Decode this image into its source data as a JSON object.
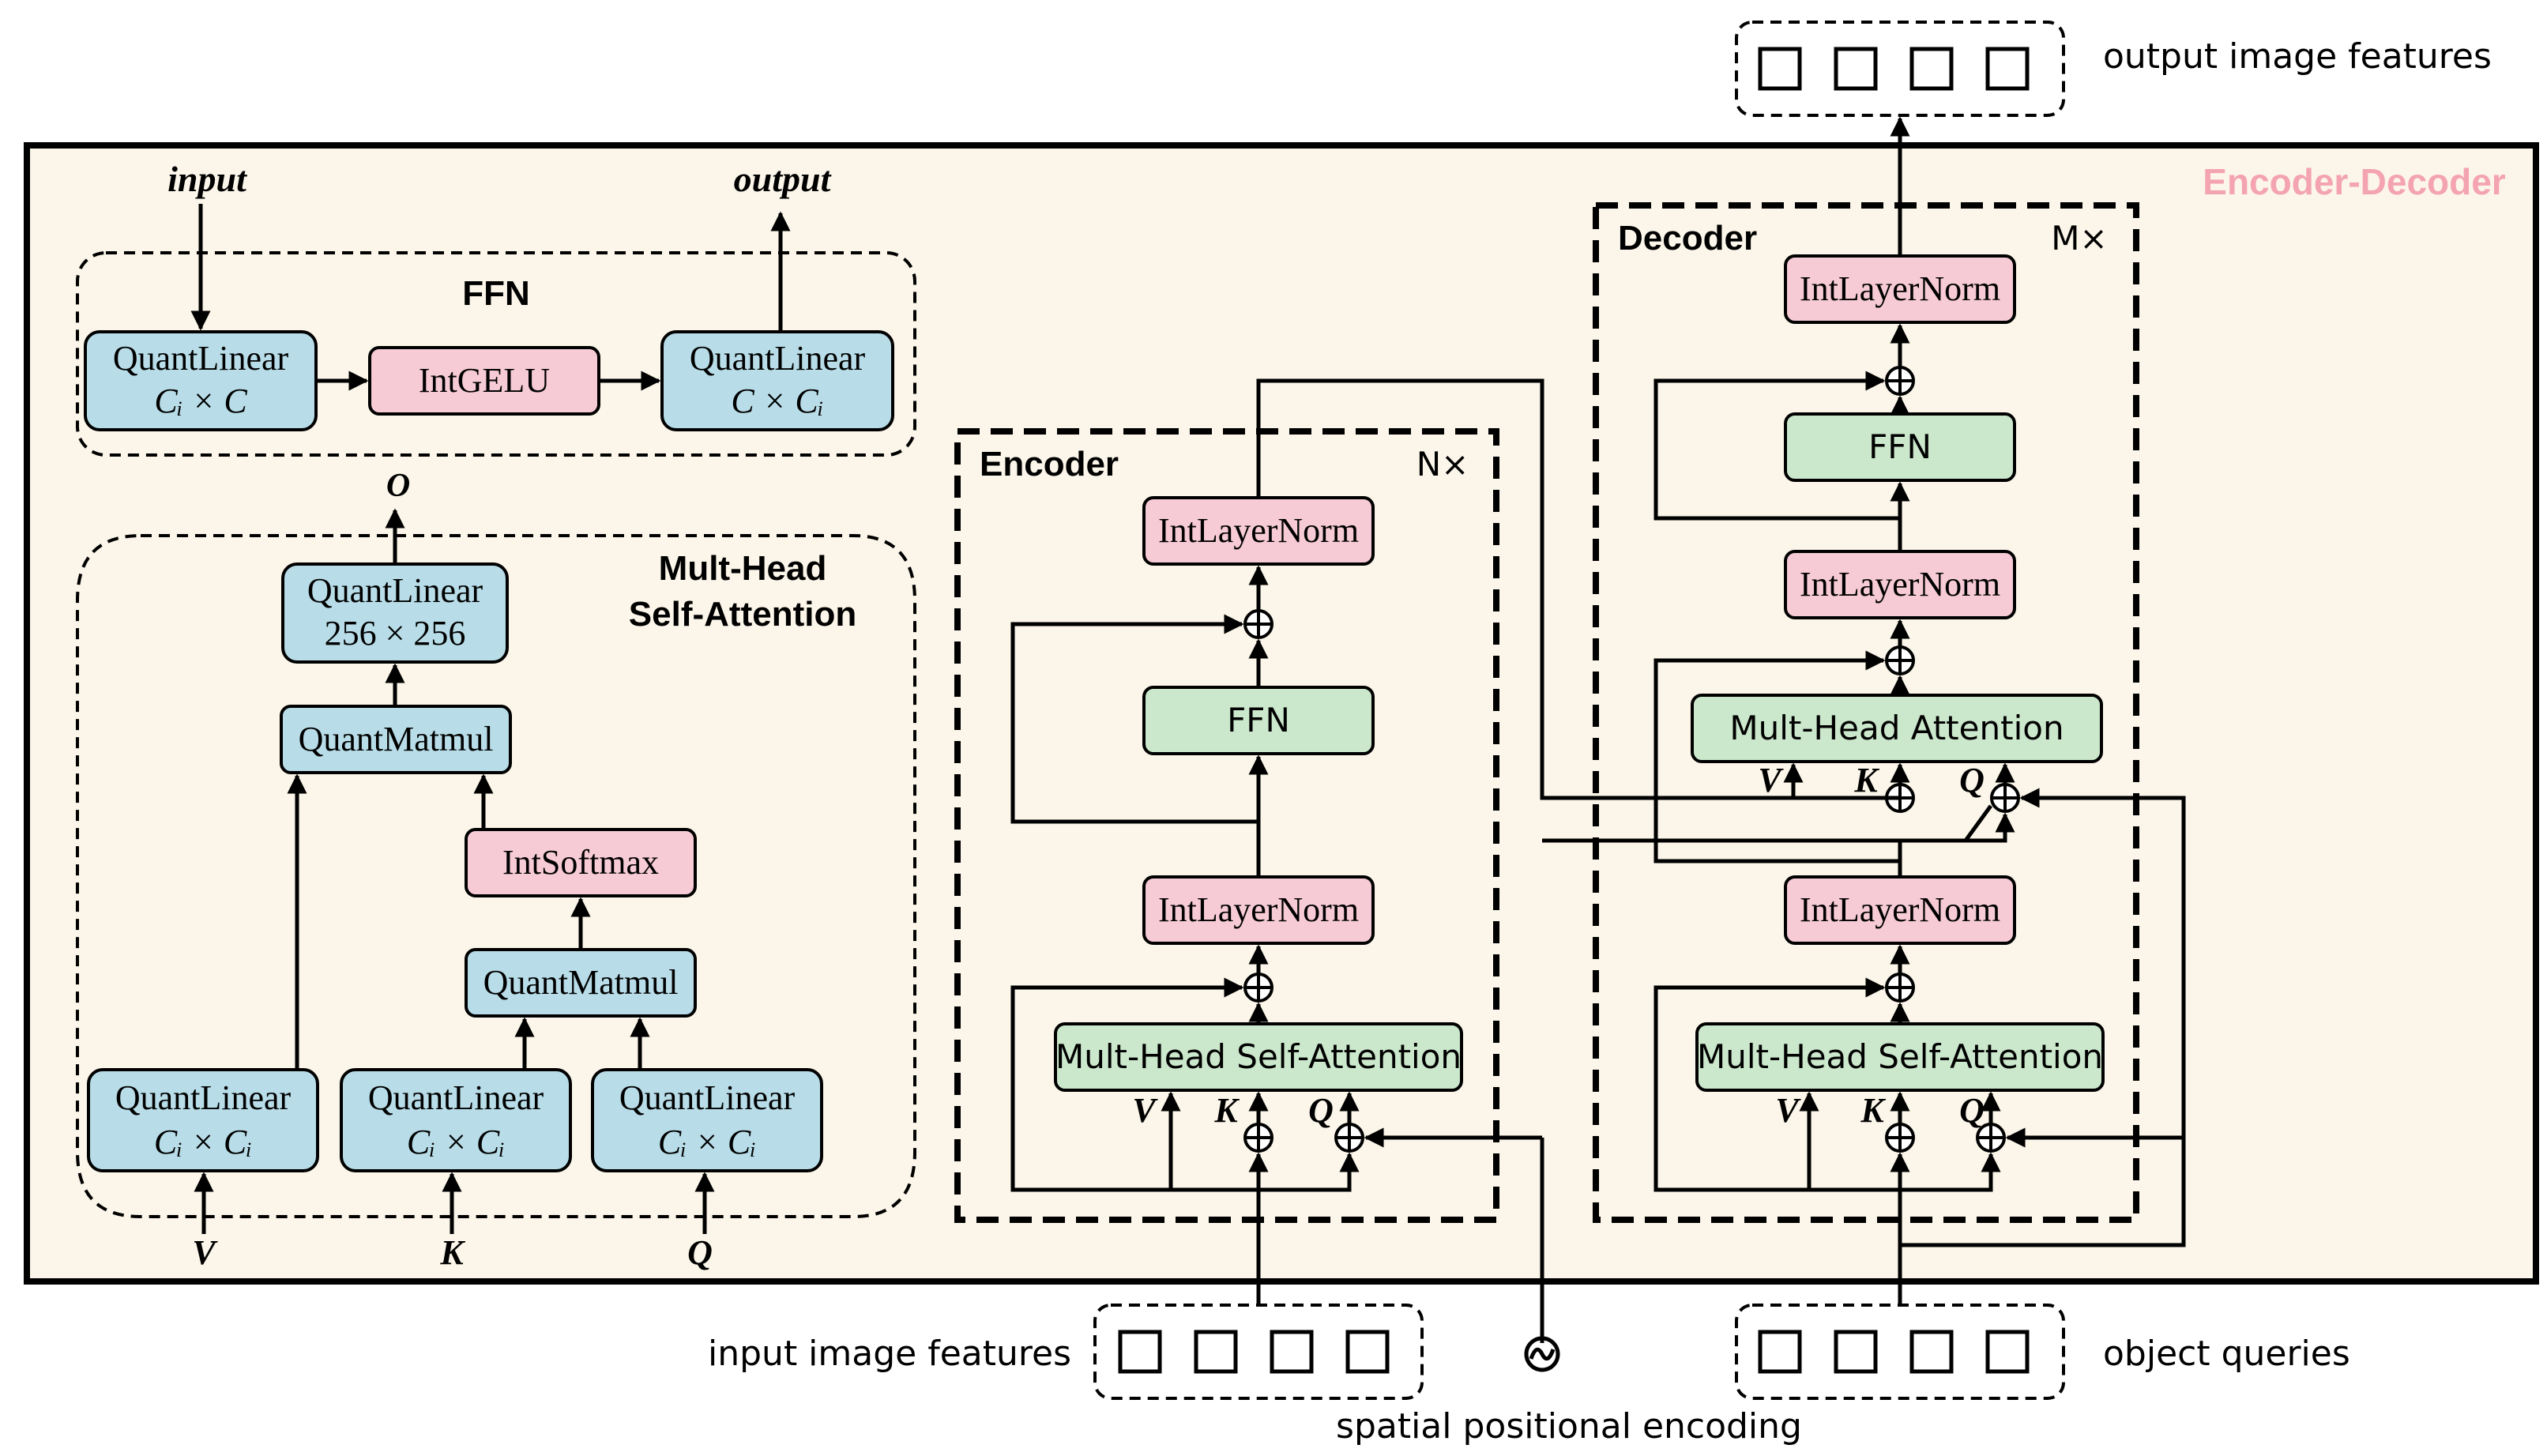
{
  "main": {
    "title": "Encoder-Decoder",
    "colors": {
      "background": "#fbf6e9",
      "blue_block": "#b8dde8",
      "pink_block": "#f6cbd6",
      "green_block": "#cbe8cc",
      "title_pink": "#f4a3b1"
    }
  },
  "ffn_panel": {
    "title": "FFN",
    "input_label": "input",
    "output_label": "output",
    "quantlinear_1": {
      "name": "QuantLinear",
      "dims": "Cᵢ × C"
    },
    "gelu": "IntGELU",
    "quantlinear_2": {
      "name": "QuantLinear",
      "dims": "C × Cᵢ"
    }
  },
  "mhsa_panel": {
    "title_line1": "Mult-Head",
    "title_line2": "Self-Attention",
    "output_label": "O",
    "top_linear": {
      "name": "QuantLinear",
      "dims": "256 × 256"
    },
    "matmul_top": "QuantMatmul",
    "softmax": "IntSoftmax",
    "matmul_bottom": "QuantMatmul",
    "linear_v": {
      "name": "QuantLinear",
      "dims": "Cᵢ × Cᵢ"
    },
    "linear_k": {
      "name": "QuantLinear",
      "dims": "Cᵢ × Cᵢ"
    },
    "linear_q": {
      "name": "QuantLinear",
      "dims": "Cᵢ × Cᵢ"
    },
    "v_label": "V",
    "k_label": "K",
    "q_label": "Q"
  },
  "encoder": {
    "title": "Encoder",
    "repeat": "N×",
    "layernorm_top": "IntLayerNorm",
    "ffn": "FFN",
    "layernorm_bottom": "IntLayerNorm",
    "attention": "Mult-Head Self-Attention",
    "v_label": "V",
    "k_label": "K",
    "q_label": "Q"
  },
  "decoder": {
    "title": "Decoder",
    "repeat": "M×",
    "layernorm_top": "IntLayerNorm",
    "ffn": "FFN",
    "layernorm_mid": "IntLayerNorm",
    "cross_attention": "Mult-Head Attention",
    "layernorm_bottom": "IntLayerNorm",
    "self_attention": "Mult-Head Self-Attention",
    "v_label": "V",
    "k_label": "K",
    "q_label": "Q",
    "v2_label": "V",
    "k2_label": "K",
    "q2_label": "Q"
  },
  "external": {
    "output_features": "output image features",
    "input_features": "input image features",
    "object_queries": "object queries",
    "positional_encoding": "spatial positional encoding"
  }
}
